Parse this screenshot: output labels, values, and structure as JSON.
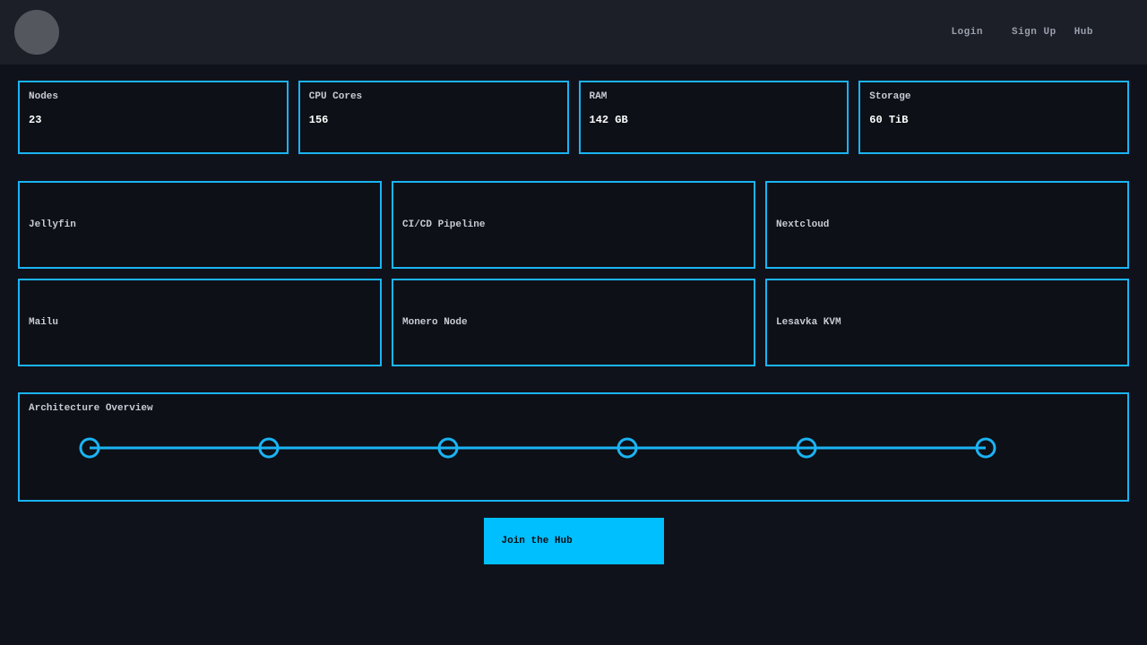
{
  "nav": {
    "links": [
      {
        "label": "Login"
      },
      {
        "label": "Sign Up"
      },
      {
        "label": "Hub"
      }
    ]
  },
  "stats": [
    {
      "label": "Nodes",
      "value": "23"
    },
    {
      "label": "CPU Cores",
      "value": "156"
    },
    {
      "label": "RAM",
      "value": "142 GB"
    },
    {
      "label": "Storage",
      "value": "60 TiB"
    }
  ],
  "services": [
    {
      "name": "Jellyfin"
    },
    {
      "name": "CI/CD Pipeline"
    },
    {
      "name": "Nextcloud"
    },
    {
      "name": "Mailu"
    },
    {
      "name": "Monero Node"
    },
    {
      "name": "Lesavka KVM"
    }
  ],
  "architecture": {
    "title": "Architecture Overview",
    "node_count": 6
  },
  "cta": {
    "label": "Join the Hub"
  },
  "colors": {
    "accent": "#1ab4f4",
    "button_bg": "#00bfff",
    "card_bg": "#0d1017",
    "page_bg": "#10121b",
    "navbar_bg": "#1c1f27",
    "value_text": "#ffffff",
    "label_text": "#c7cbd4"
  }
}
